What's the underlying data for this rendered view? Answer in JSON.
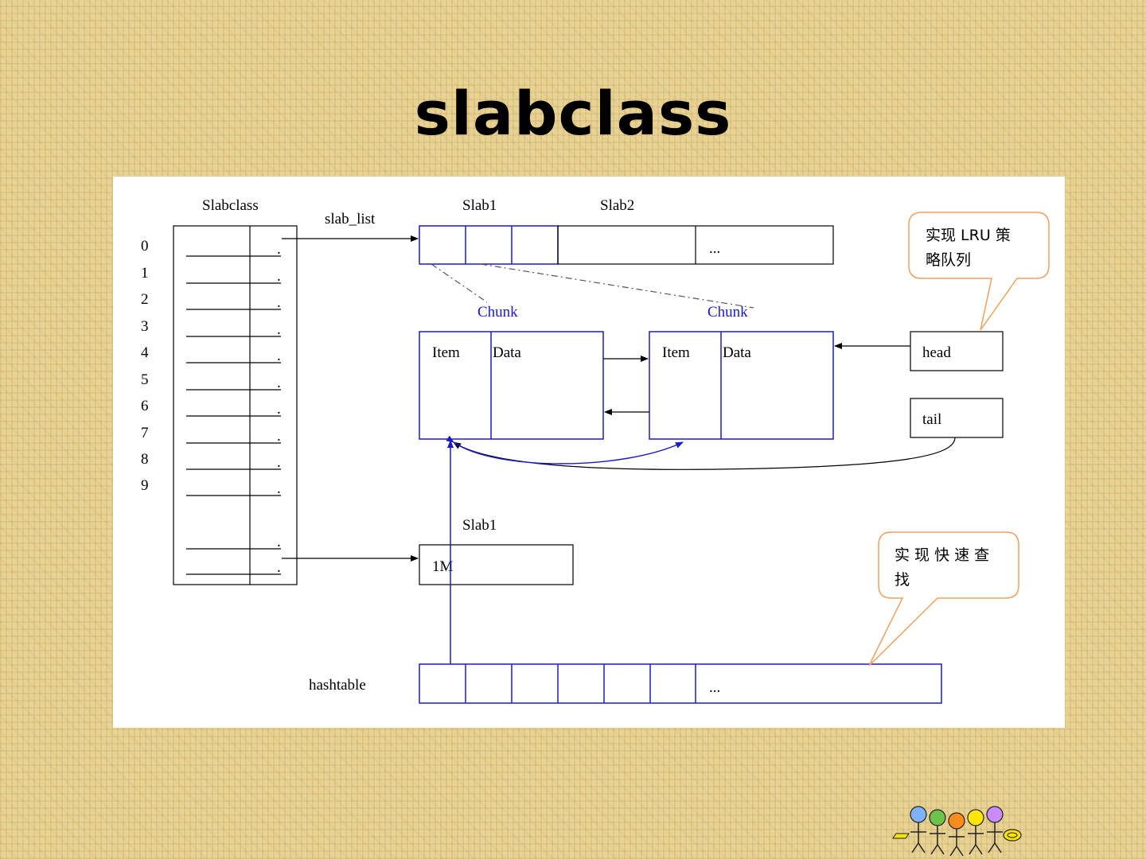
{
  "slide": {
    "title": "slabclass"
  },
  "diagram": {
    "slabclass_label": "Slabclass",
    "slab_list_label": "slab_list",
    "row_indices": [
      "0",
      "1",
      "2",
      "3",
      "4",
      "5",
      "6",
      "7",
      "8",
      "9"
    ],
    "row_dot": ".",
    "slab1_label": "Slab1",
    "slab2_label": "Slab2",
    "ellipsis": "...",
    "chunk_label": "Chunk",
    "item_label": "Item",
    "data_label": "Data",
    "head_label": "head",
    "tail_label": "tail",
    "lru_callout": [
      "实现 LRU 策",
      "略队列"
    ],
    "slab1_lower_label": "Slab1",
    "one_m_label": "1M",
    "hashtable_label": "hashtable",
    "fast_lookup_callout": [
      "实 现 快 速 查",
      "找"
    ]
  },
  "colors": {
    "blue": "#1a1acc",
    "callout_border": "#f0a060",
    "background": "#e6cf8f"
  }
}
